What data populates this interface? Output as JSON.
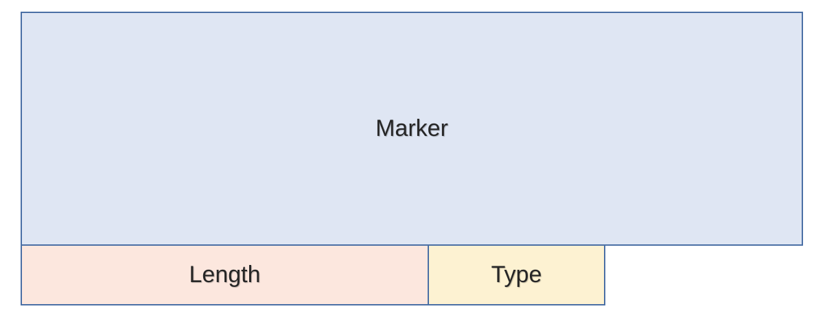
{
  "diagram": {
    "fields": [
      {
        "label": "Marker",
        "color": "#dfe6f3"
      },
      {
        "label": "Length",
        "color": "#fce7de"
      },
      {
        "label": "Type",
        "color": "#fdf2d2"
      }
    ],
    "border_color": "#4a6fa5"
  }
}
